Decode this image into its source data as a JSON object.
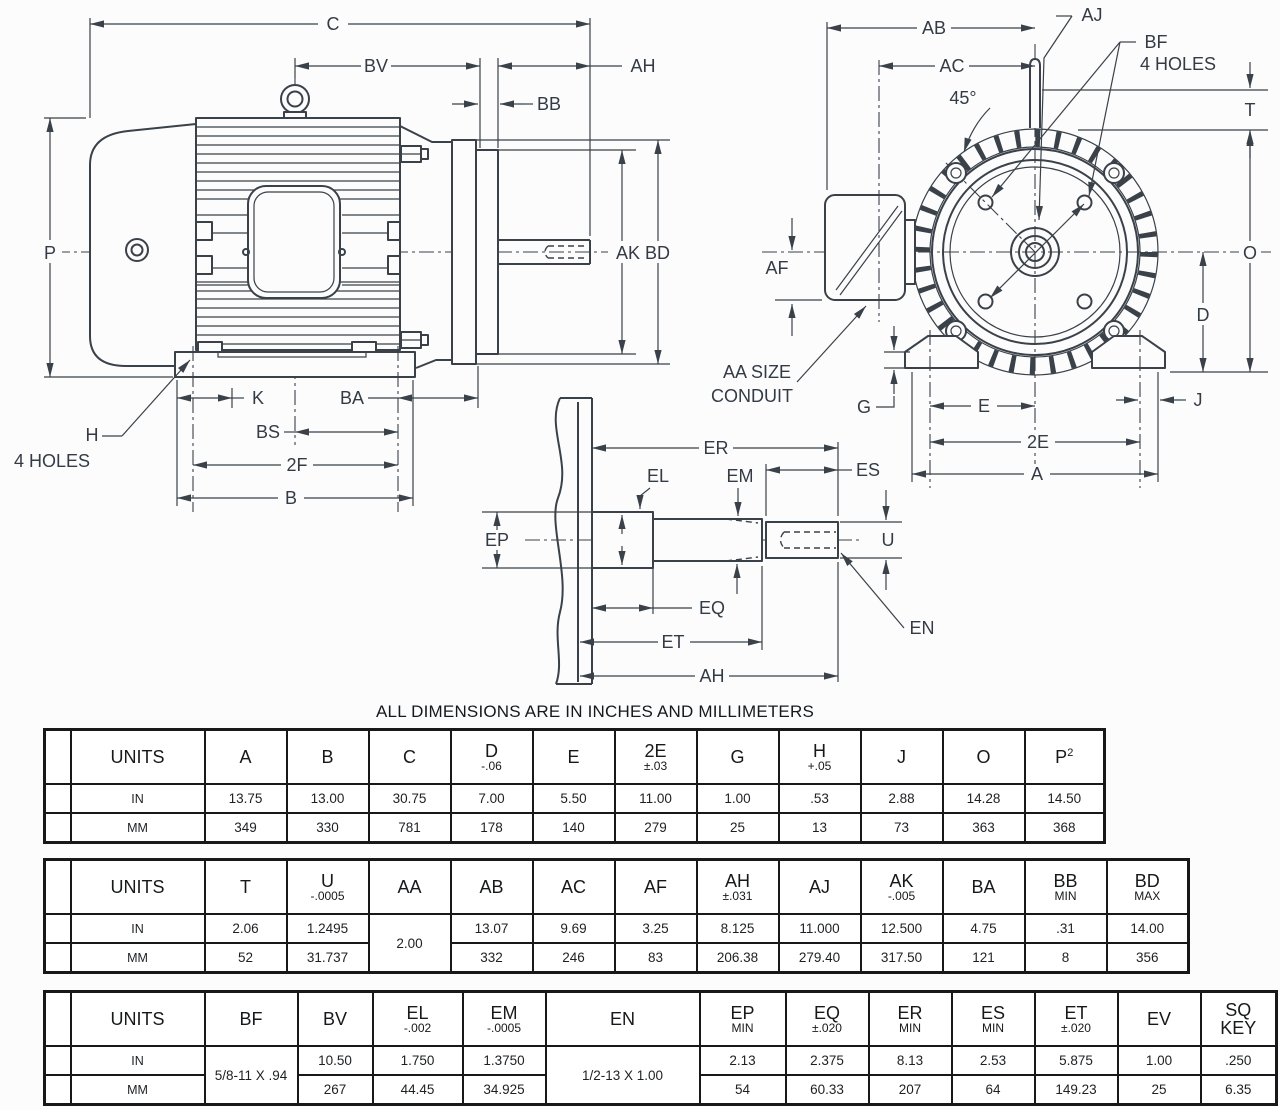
{
  "title_note": "ALL DIMENSIONS ARE IN INCHES AND MILLIMETERS",
  "colors": {
    "line": "#3a4149",
    "table_border": "#16181a",
    "background": "#fcfcfd"
  },
  "diagram": {
    "labels": {
      "c": "C",
      "bv": "BV",
      "ah_top": "AH",
      "bb": "BB",
      "p": "P",
      "ak_bd": "AK BD",
      "k": "K",
      "ba": "BA",
      "bs": "BS",
      "f2": "2F",
      "b": "B",
      "h": "H",
      "h_holes": "4 HOLES",
      "ab": "AB",
      "ac": "AC",
      "deg45": "45°",
      "aj": "AJ",
      "bf": "BF",
      "bf_holes": "4 HOLES",
      "t": "T",
      "o": "O",
      "af": "AF",
      "d": "D",
      "aa_size_1": "AA SIZE",
      "aa_size_2": "CONDUIT",
      "g": "G",
      "e": "E",
      "j": "J",
      "e2": "2E",
      "a": "A",
      "er": "ER",
      "es": "ES",
      "el": "EL",
      "em": "EM",
      "ep": "EP",
      "u": "U",
      "eq": "EQ",
      "et": "ET",
      "ah_shaft": "AH",
      "en": "EN"
    }
  },
  "tables": [
    {
      "units_header": "UNITS",
      "row_labels": [
        "IN",
        "MM"
      ],
      "columns": [
        {
          "main": "A",
          "in": "13.75",
          "mm": "349"
        },
        {
          "main": "B",
          "in": "13.00",
          "mm": "330"
        },
        {
          "main": "C",
          "in": "30.75",
          "mm": "781"
        },
        {
          "main": "D",
          "sub": "-.06",
          "in": "7.00",
          "mm": "178"
        },
        {
          "main": "E",
          "in": "5.50",
          "mm": "140"
        },
        {
          "main": "2E",
          "sub": "±.03",
          "in": "11.00",
          "mm": "279"
        },
        {
          "main": "G",
          "in": "1.00",
          "mm": "25"
        },
        {
          "main": "H",
          "sub": "+.05",
          "in": ".53",
          "mm": "13"
        },
        {
          "main": "J",
          "in": "2.88",
          "mm": "73"
        },
        {
          "main": "O",
          "in": "14.28",
          "mm": "363"
        },
        {
          "main": "P",
          "sup": "2",
          "in": "14.50",
          "mm": "368"
        }
      ]
    },
    {
      "units_header": "UNITS",
      "row_labels": [
        "IN",
        "MM"
      ],
      "columns": [
        {
          "main": "T",
          "in": "2.06",
          "mm": "52"
        },
        {
          "main": "U",
          "sub": "-.0005",
          "in": "1.2495",
          "mm": "31.737"
        },
        {
          "main": "AA",
          "both": "2.00"
        },
        {
          "main": "AB",
          "in": "13.07",
          "mm": "332"
        },
        {
          "main": "AC",
          "in": "9.69",
          "mm": "246"
        },
        {
          "main": "AF",
          "in": "3.25",
          "mm": "83"
        },
        {
          "main": "AH",
          "sub": "±.031",
          "in": "8.125",
          "mm": "206.38"
        },
        {
          "main": "AJ",
          "in": "11.000",
          "mm": "279.40"
        },
        {
          "main": "AK",
          "sub": "-.005",
          "in": "12.500",
          "mm": "317.50"
        },
        {
          "main": "BA",
          "in": "4.75",
          "mm": "121"
        },
        {
          "main": "BB",
          "sub": "MIN",
          "in": ".31",
          "mm": "8"
        },
        {
          "main": "BD",
          "sub": "MAX",
          "in": "14.00",
          "mm": "356"
        }
      ]
    },
    {
      "units_header": "UNITS",
      "row_labels": [
        "IN",
        "MM"
      ],
      "columns": [
        {
          "main": "BF",
          "both": "5/8-11 X .94"
        },
        {
          "main": "BV",
          "in": "10.50",
          "mm": "267"
        },
        {
          "main": "EL",
          "sub": "-.002",
          "in": "1.750",
          "mm": "44.45"
        },
        {
          "main": "EM",
          "sub": "-.0005",
          "in": "1.3750",
          "mm": "34.925"
        },
        {
          "main": "EN",
          "both": "1/2-13 X 1.00"
        },
        {
          "main": "EP",
          "sub": "MIN",
          "in": "2.13",
          "mm": "54"
        },
        {
          "main": "EQ",
          "sub": "±.020",
          "in": "2.375",
          "mm": "60.33"
        },
        {
          "main": "ER",
          "sub": "MIN",
          "in": "8.13",
          "mm": "207"
        },
        {
          "main": "ES",
          "sub": "MIN",
          "in": "2.53",
          "mm": "64"
        },
        {
          "main": "ET",
          "sub": "±.020",
          "in": "5.875",
          "mm": "149.23"
        },
        {
          "main": "EV",
          "in": "1.00",
          "mm": "25"
        },
        {
          "main": "SQ",
          "main2": "KEY",
          "in": ".250",
          "mm": "6.35"
        }
      ]
    }
  ]
}
